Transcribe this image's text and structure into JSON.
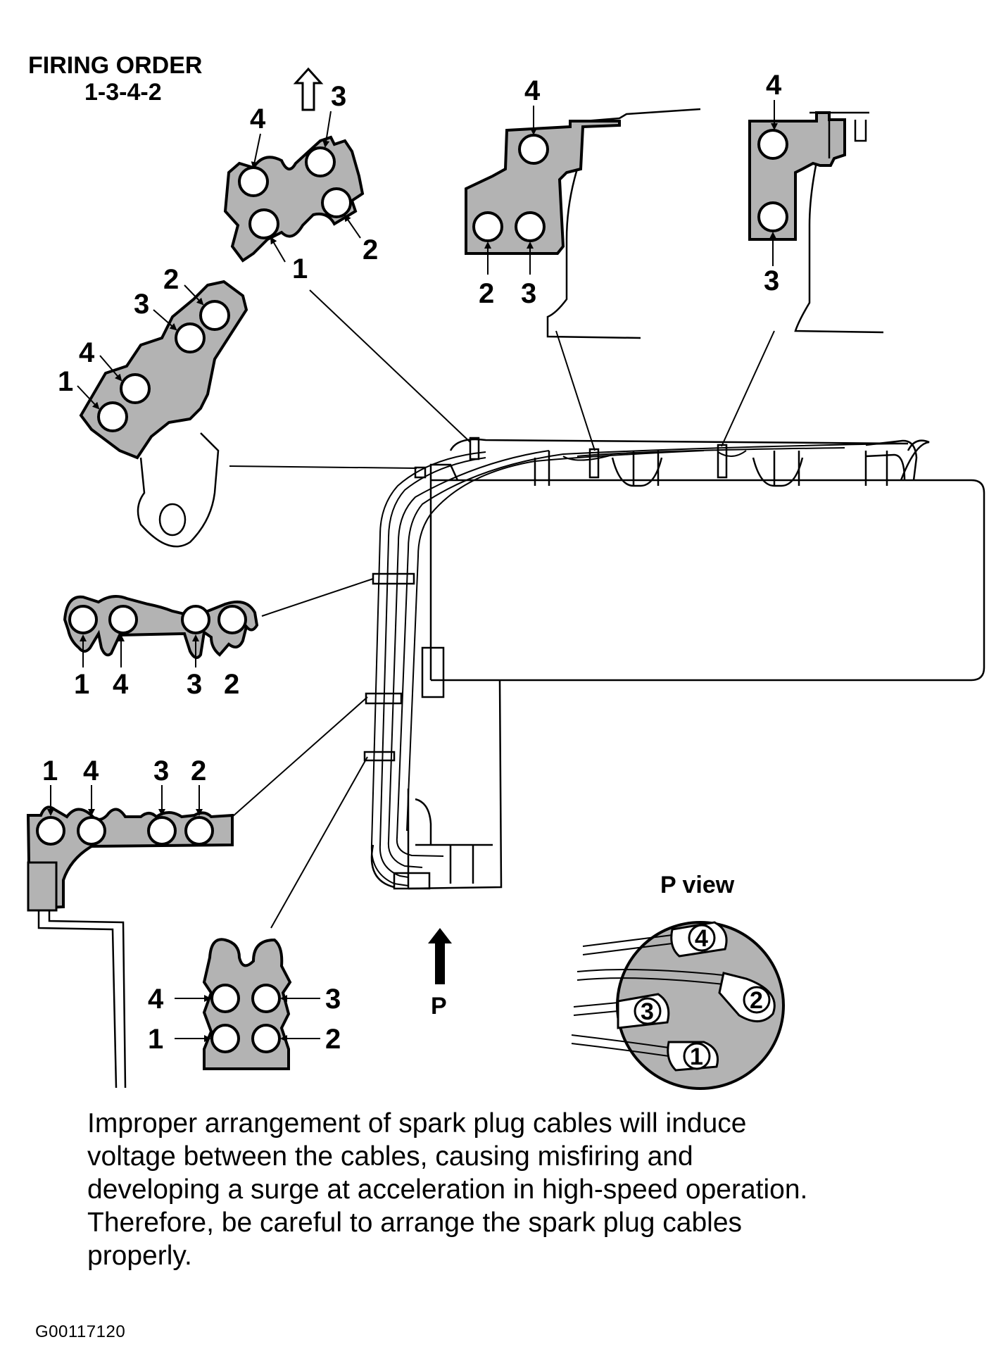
{
  "header": {
    "title": "FIRING ORDER",
    "sequence": "1-3-4-2"
  },
  "labels": {
    "one": "1",
    "two": "2",
    "three": "3",
    "four": "4",
    "p_view": "P view",
    "p": "P"
  },
  "caption": {
    "line1": "Improper arrangement of spark plug cables will induce",
    "line2": "voltage between the cables, causing misfiring and",
    "line3": "developing a surge at acceleration in high-speed operation.",
    "line4": "Therefore, be careful to arrange the spark plug cables",
    "line5": "properly."
  },
  "figure_code": "G00117120"
}
